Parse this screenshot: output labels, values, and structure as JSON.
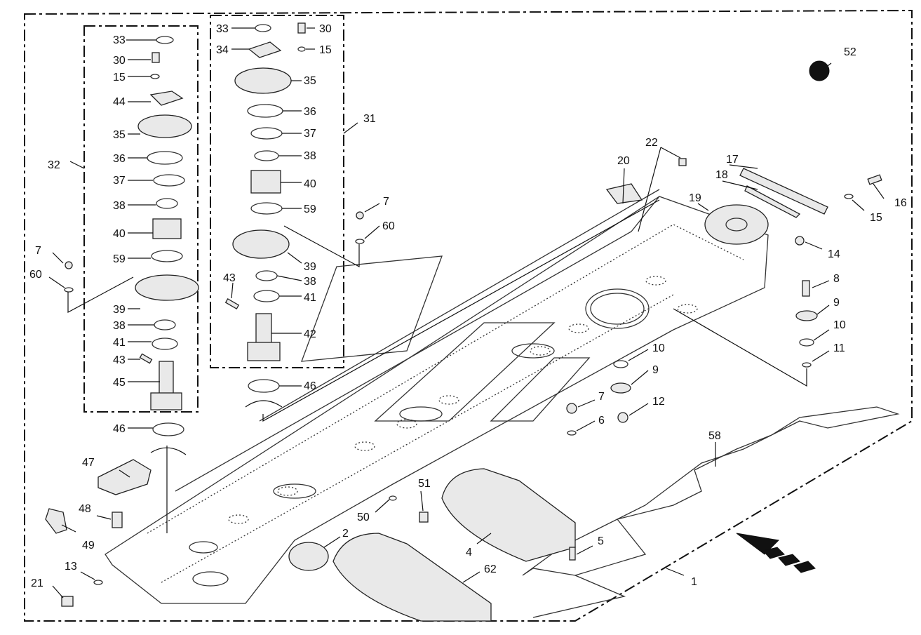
{
  "callouts": [
    {
      "id": "c33a",
      "text": "33"
    },
    {
      "id": "c30a",
      "text": "30"
    },
    {
      "id": "c15a",
      "text": "15"
    },
    {
      "id": "c44",
      "text": "44"
    },
    {
      "id": "c35a",
      "text": "35"
    },
    {
      "id": "c36a",
      "text": "36"
    },
    {
      "id": "c37a",
      "text": "37"
    },
    {
      "id": "c38a",
      "text": "38"
    },
    {
      "id": "c40a",
      "text": "40"
    },
    {
      "id": "c59a",
      "text": "59"
    },
    {
      "id": "c39a",
      "text": "39"
    },
    {
      "id": "c38b",
      "text": "38"
    },
    {
      "id": "c41a",
      "text": "41"
    },
    {
      "id": "c43a",
      "text": "43"
    },
    {
      "id": "c45",
      "text": "45"
    },
    {
      "id": "c46a",
      "text": "46"
    },
    {
      "id": "c32",
      "text": "32"
    },
    {
      "id": "c7a",
      "text": "7"
    },
    {
      "id": "c60a",
      "text": "60"
    },
    {
      "id": "c33b",
      "text": "33"
    },
    {
      "id": "c30b",
      "text": "30"
    },
    {
      "id": "c34",
      "text": "34"
    },
    {
      "id": "c15b",
      "text": "15"
    },
    {
      "id": "c35b",
      "text": "35"
    },
    {
      "id": "c36b",
      "text": "36"
    },
    {
      "id": "c37b",
      "text": "37"
    },
    {
      "id": "c38c",
      "text": "38"
    },
    {
      "id": "c40b",
      "text": "40"
    },
    {
      "id": "c59b",
      "text": "59"
    },
    {
      "id": "c39b",
      "text": "39"
    },
    {
      "id": "c38d",
      "text": "38"
    },
    {
      "id": "c41b",
      "text": "41"
    },
    {
      "id": "c42",
      "text": "42"
    },
    {
      "id": "c43b",
      "text": "43"
    },
    {
      "id": "c46b",
      "text": "46"
    },
    {
      "id": "c31",
      "text": "31"
    },
    {
      "id": "c7b",
      "text": "7"
    },
    {
      "id": "c60b",
      "text": "60"
    },
    {
      "id": "c52",
      "text": "52"
    },
    {
      "id": "c22",
      "text": "22"
    },
    {
      "id": "c20",
      "text": "20"
    },
    {
      "id": "c17",
      "text": "17"
    },
    {
      "id": "c18",
      "text": "18"
    },
    {
      "id": "c19",
      "text": "19"
    },
    {
      "id": "c16",
      "text": "16"
    },
    {
      "id": "c15c",
      "text": "15"
    },
    {
      "id": "c14",
      "text": "14"
    },
    {
      "id": "c8",
      "text": "8"
    },
    {
      "id": "c9a",
      "text": "9"
    },
    {
      "id": "c10a",
      "text": "10"
    },
    {
      "id": "c11",
      "text": "11"
    },
    {
      "id": "c10b",
      "text": "10"
    },
    {
      "id": "c9b",
      "text": "9"
    },
    {
      "id": "c12",
      "text": "12"
    },
    {
      "id": "c7c",
      "text": "7"
    },
    {
      "id": "c6",
      "text": "6"
    },
    {
      "id": "c58",
      "text": "58"
    },
    {
      "id": "c47",
      "text": "47"
    },
    {
      "id": "c48",
      "text": "48"
    },
    {
      "id": "c49",
      "text": "49"
    },
    {
      "id": "c51",
      "text": "51"
    },
    {
      "id": "c50",
      "text": "50"
    },
    {
      "id": "c2",
      "text": "2"
    },
    {
      "id": "c62",
      "text": "62"
    },
    {
      "id": "c4",
      "text": "4"
    },
    {
      "id": "c5",
      "text": "5"
    },
    {
      "id": "c1",
      "text": "1"
    },
    {
      "id": "c13",
      "text": "13"
    },
    {
      "id": "c21",
      "text": "21"
    }
  ]
}
